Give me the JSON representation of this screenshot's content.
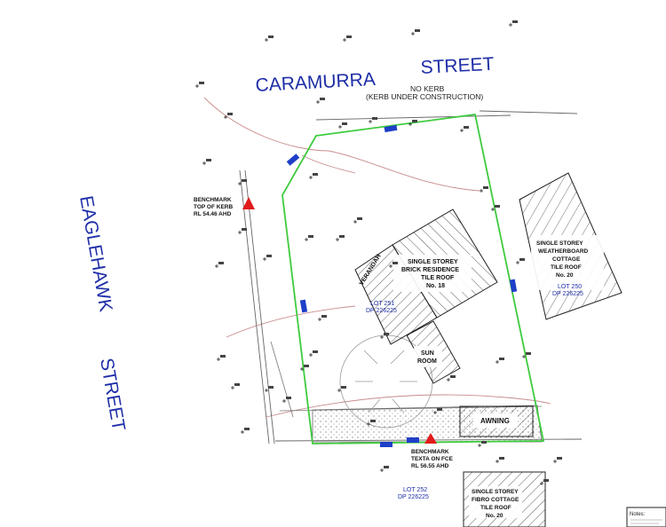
{
  "streets": {
    "north_1": "CARAMURRA",
    "north_2": "STREET",
    "west_1": "EAGLEHAWK",
    "west_2": "STREET"
  },
  "kerb_note": {
    "line1": "NO KERB",
    "line2": "(KERB UNDER CONSTRUCTION)"
  },
  "benchmark_west": {
    "line1": "BENCHMARK",
    "line2": "TOP OF KERB",
    "line3": "RL 54.46 AHD"
  },
  "benchmark_south": {
    "line1": "BENCHMARK",
    "line2": "TEXTA ON FCE",
    "line3": "RL 56.55 AHD"
  },
  "residence": {
    "line1": "SINGLE STOREY",
    "line2": "BRICK RESIDENCE",
    "line3": "TILE ROOF",
    "line4": "No. 18"
  },
  "verandah": "VERANDAH",
  "sunroom": {
    "line1": "SUN",
    "line2": "ROOM"
  },
  "awning": "AWNING",
  "lot_251": {
    "line1": "LOT 251",
    "line2": "DP 226225"
  },
  "lot_250": {
    "line1": "LOT 250",
    "line2": "DP 226225"
  },
  "lot_252": {
    "line1": "LOT 252",
    "line2": "DP 226225"
  },
  "cottage_20": {
    "line1": "SINGLE STOREY",
    "line2": "WEATHERBOARD",
    "line3": "COTTAGE",
    "line4": "TILE ROOF",
    "line5": "No. 20"
  },
  "fibro_20": {
    "line1": "SINGLE STOREY",
    "line2": "FIBRO COTTAGE",
    "line3": "TILE ROOF",
    "line4": "No. 20"
  },
  "notes_title": "Notes:",
  "colors": {
    "boundary": "#3ecb3e",
    "street_text": "#1f2fa8",
    "benchmark": "#e21b1b",
    "easement": "#c98b8b",
    "fence": "#777777"
  }
}
